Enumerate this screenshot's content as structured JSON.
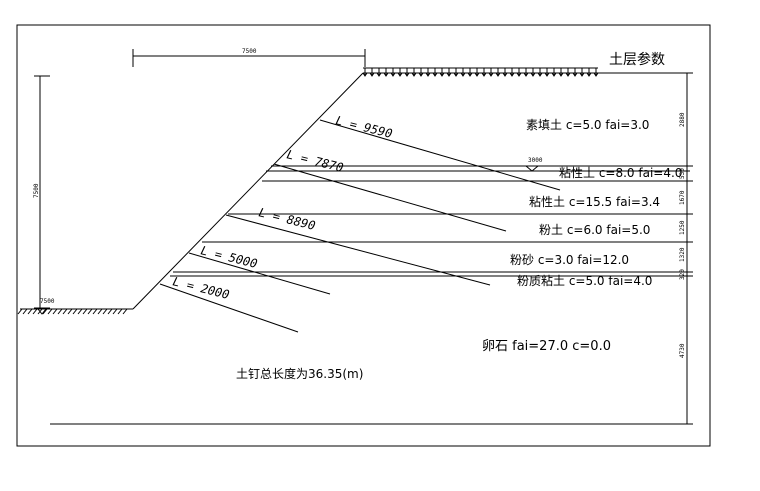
{
  "title": "土层参数",
  "top_dim": "7500",
  "left_dim": "7500",
  "water_mark_top": "3000",
  "water_mark_left": "7500",
  "nails": [
    {
      "label": "L = 9590"
    },
    {
      "label": "L = 7870"
    },
    {
      "label": "L = 8890"
    },
    {
      "label": "L = 5000"
    },
    {
      "label": "L = 2000"
    }
  ],
  "layers": [
    {
      "text": "素填土 c=5.0 fai=3.0"
    },
    {
      "text": "粘性土 c=8.0 fai=4.0"
    },
    {
      "text": "粘性土 c=15.5 fai=3.4"
    },
    {
      "text": "粉土 c=6.0 fai=5.0"
    },
    {
      "text": "粉砂 c=3.0 fai=12.0"
    },
    {
      "text": "粉质粘土 c=5.0 fai=4.0"
    },
    {
      "text": "卵石 fai=27.0 c=0.0"
    }
  ],
  "right_dims": [
    "2880",
    "530",
    "1670",
    "1250",
    "1320",
    "320",
    "4730"
  ],
  "total_length": "土钉总长度为36.35(m)"
}
